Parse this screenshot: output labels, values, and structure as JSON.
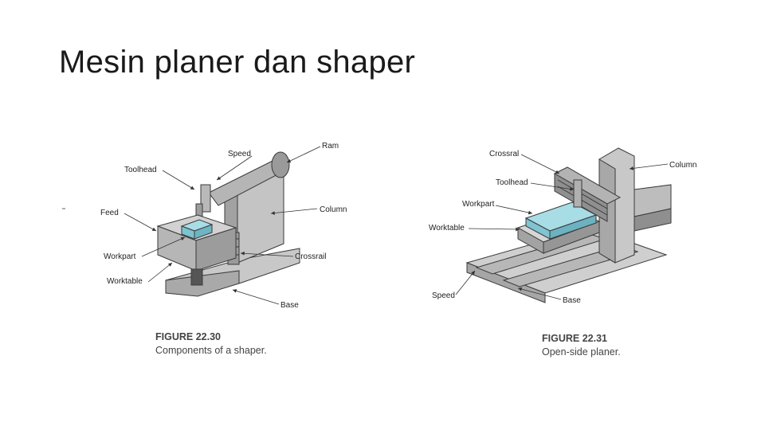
{
  "slide": {
    "title": "Mesin planer dan shaper"
  },
  "shaper": {
    "labels": {
      "speed": "Speed",
      "ram": "Ram",
      "toolhead": "Toolhead",
      "feed": "Feed",
      "column": "Column",
      "workpart": "Workpart",
      "crossrail": "Crossrail",
      "worktable": "Worktable",
      "base": "Base"
    },
    "caption_number": "FIGURE 22.30",
    "caption_text": "Components of a shaper."
  },
  "planer": {
    "labels": {
      "crossrail": "Crossral",
      "column": "Column",
      "toolhead": "Toolhead",
      "workpart": "Workpart",
      "worktable": "Worktable",
      "speed": "Speed",
      "base": "Base"
    },
    "caption_number": "FIGURE 22.31",
    "caption_text": "Open-side planer."
  }
}
